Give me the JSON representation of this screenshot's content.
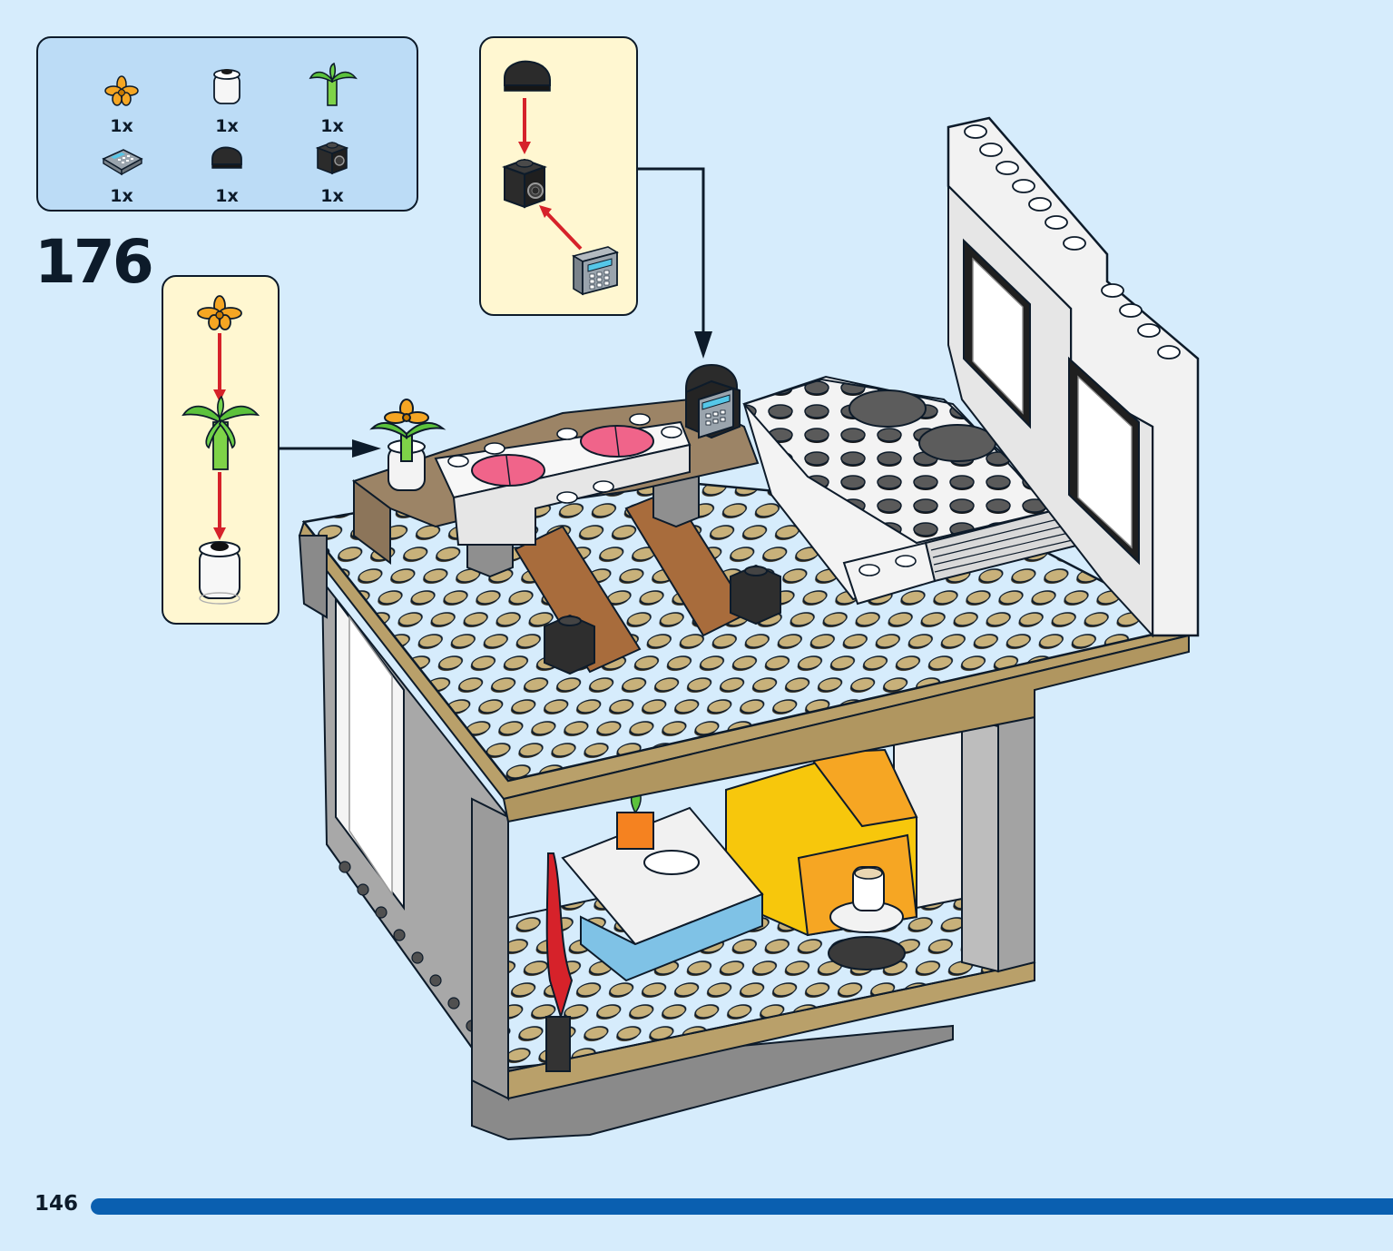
{
  "step": {
    "number": "176"
  },
  "page": {
    "number": "146"
  },
  "progress": {
    "fraction": 1.0
  },
  "parts": [
    {
      "icon": "flower-icon",
      "qty": "1x"
    },
    {
      "icon": "round-brick-transparent-icon",
      "qty": "1x"
    },
    {
      "icon": "plant-stem-icon",
      "qty": "1x"
    },
    {
      "icon": "keypad-tile-icon",
      "qty": "1x"
    },
    {
      "icon": "rounded-tile-icon",
      "qty": "1x"
    },
    {
      "icon": "headlight-brick-icon",
      "qty": "1x"
    }
  ],
  "colors": {
    "background": "#d6ecfc",
    "parts_box": "#bcdcf6",
    "callout": "#fff7d1",
    "tan_plate": "#c8b17a",
    "gray_wall": "#a3a3a3",
    "white_wall": "#f2f2f2",
    "dark_plate": "#2b2b2b",
    "progress": "#0a5fb0",
    "arrow": "#d6222a"
  }
}
